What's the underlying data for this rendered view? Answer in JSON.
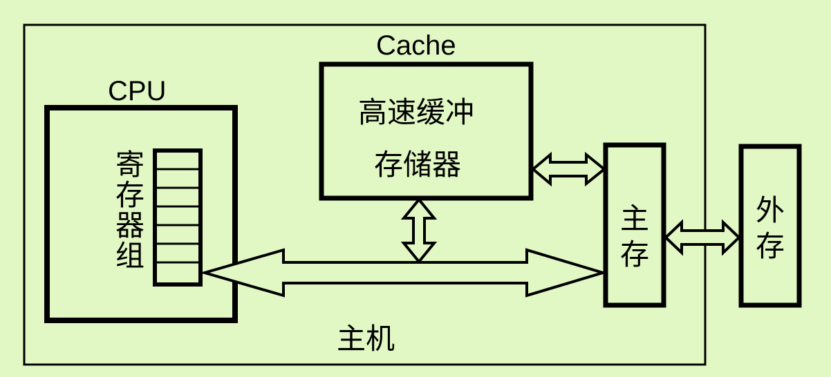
{
  "labels": {
    "cache_title": "Cache",
    "cpu_title": "CPU",
    "cache_line1": "高速缓冲",
    "cache_line2": "存储器",
    "register_group": [
      "寄",
      "存",
      "器",
      "组"
    ],
    "main_memory": [
      "主",
      "存"
    ],
    "external_storage": [
      "外",
      "存"
    ],
    "host": "主机"
  },
  "colors": {
    "background": "#e2f8c4",
    "stroke": "#000000"
  }
}
